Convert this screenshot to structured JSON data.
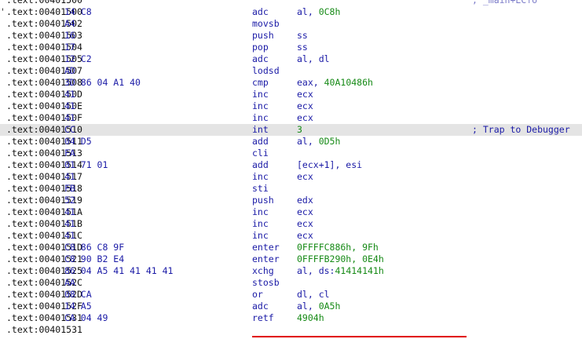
{
  "theme": {
    "address": "#101010",
    "code": "#1a1aa6",
    "number": "#168a16",
    "highlight": "#e4e4e4",
    "marker": "#e00000"
  },
  "lines": [
    {
      "gutter": "",
      "addr": ".text:00401500",
      "bytes": "",
      "mnem": "",
      "ops": "",
      "num": "",
      "cmt": "; _main+EC↑o",
      "hl": false
    },
    {
      "gutter": "'",
      "addr": ".text:00401500",
      "bytes": "14 C8",
      "mnem": "adc",
      "ops": "al, ",
      "num": "0C8h",
      "cmt": "",
      "hl": false
    },
    {
      "gutter": "",
      "addr": ".text:00401502",
      "bytes": "A4",
      "mnem": "movsb",
      "ops": "",
      "num": "",
      "cmt": "",
      "hl": false
    },
    {
      "gutter": "",
      "addr": ".text:00401503",
      "bytes": "16",
      "mnem": "push",
      "ops": "ss",
      "num": "",
      "cmt": "",
      "hl": false
    },
    {
      "gutter": "",
      "addr": ".text:00401504",
      "bytes": "17",
      "mnem": "pop",
      "ops": "ss",
      "num": "",
      "cmt": "",
      "hl": false
    },
    {
      "gutter": "",
      "addr": ".text:00401505",
      "bytes": "12 C2",
      "mnem": "adc",
      "ops": "al, dl",
      "num": "",
      "cmt": "",
      "hl": false
    },
    {
      "gutter": "",
      "addr": ".text:00401507",
      "bytes": "AD",
      "mnem": "lodsd",
      "ops": "",
      "num": "",
      "cmt": "",
      "hl": false
    },
    {
      "gutter": "",
      "addr": ".text:00401508",
      "bytes": "3D 86 04 A1 40",
      "mnem": "cmp",
      "ops": "eax, ",
      "num": "40A10486h",
      "cmt": "",
      "hl": false
    },
    {
      "gutter": "",
      "addr": ".text:0040150D",
      "bytes": "41",
      "mnem": "inc",
      "ops": "ecx",
      "num": "",
      "cmt": "",
      "hl": false
    },
    {
      "gutter": "",
      "addr": ".text:0040150E",
      "bytes": "41",
      "mnem": "inc",
      "ops": "ecx",
      "num": "",
      "cmt": "",
      "hl": false
    },
    {
      "gutter": "",
      "addr": ".text:0040150F",
      "bytes": "41",
      "mnem": "inc",
      "ops": "ecx",
      "num": "",
      "cmt": "",
      "hl": false
    },
    {
      "gutter": "",
      "addr": ".text:00401510",
      "bytes": "CC",
      "mnem": "int",
      "ops": "",
      "num": "3",
      "cmt": "; Trap to Debugger",
      "hl": true
    },
    {
      "gutter": "",
      "addr": ".text:00401511",
      "bytes": "04 D5",
      "mnem": "add",
      "ops": "al, ",
      "num": "0D5h",
      "cmt": "",
      "hl": false
    },
    {
      "gutter": "",
      "addr": ".text:00401513",
      "bytes": "FA",
      "mnem": "cli",
      "ops": "",
      "num": "",
      "cmt": "",
      "hl": false
    },
    {
      "gutter": "",
      "addr": ".text:00401514",
      "bytes": "01 71 01",
      "mnem": "add",
      "ops": "[ecx+1], esi",
      "num": "",
      "cmt": "",
      "hl": false
    },
    {
      "gutter": "",
      "addr": ".text:00401517",
      "bytes": "41",
      "mnem": "inc",
      "ops": "ecx",
      "num": "",
      "cmt": "",
      "hl": false
    },
    {
      "gutter": "",
      "addr": ".text:00401518",
      "bytes": "FB",
      "mnem": "sti",
      "ops": "",
      "num": "",
      "cmt": "",
      "hl": false
    },
    {
      "gutter": "",
      "addr": ".text:00401519",
      "bytes": "52",
      "mnem": "push",
      "ops": "edx",
      "num": "",
      "cmt": "",
      "hl": false
    },
    {
      "gutter": "",
      "addr": ".text:0040151A",
      "bytes": "41",
      "mnem": "inc",
      "ops": "ecx",
      "num": "",
      "cmt": "",
      "hl": false
    },
    {
      "gutter": "",
      "addr": ".text:0040151B",
      "bytes": "41",
      "mnem": "inc",
      "ops": "ecx",
      "num": "",
      "cmt": "",
      "hl": false
    },
    {
      "gutter": "",
      "addr": ".text:0040151C",
      "bytes": "41",
      "mnem": "inc",
      "ops": "ecx",
      "num": "",
      "cmt": "",
      "hl": false
    },
    {
      "gutter": "",
      "addr": ".text:0040151D",
      "bytes": "C8 86 C8 9F",
      "mnem": "enter",
      "ops": "",
      "num": "0FFFFC886h, 9Fh",
      "cmt": "",
      "hl": false
    },
    {
      "gutter": "",
      "addr": ".text:00401521",
      "bytes": "C8 90 B2 E4",
      "mnem": "enter",
      "ops": "",
      "num": "0FFFFB290h, 0E4h",
      "cmt": "",
      "hl": false
    },
    {
      "gutter": "",
      "addr": ".text:00401525",
      "bytes": "86 04 A5 41 41 41 41",
      "mnem": "xchg",
      "ops": "al, ds:",
      "num": "41414141h",
      "cmt": "",
      "hl": false
    },
    {
      "gutter": "",
      "addr": ".text:0040152C",
      "bytes": "AA",
      "mnem": "stosb",
      "ops": "",
      "num": "",
      "cmt": "",
      "hl": false
    },
    {
      "gutter": "",
      "addr": ".text:0040152D",
      "bytes": "08 CA",
      "mnem": "or",
      "ops": "dl, cl",
      "num": "",
      "cmt": "",
      "hl": false
    },
    {
      "gutter": "",
      "addr": ".text:0040152F",
      "bytes": "14 A5",
      "mnem": "adc",
      "ops": "al, ",
      "num": "0A5h",
      "cmt": "",
      "hl": false
    },
    {
      "gutter": "",
      "addr": ".text:00401531",
      "bytes": "CA 04 49",
      "mnem": "retf",
      "ops": "",
      "num": "4904h",
      "cmt": "",
      "hl": false
    },
    {
      "gutter": "",
      "addr": ".text:00401531",
      "bytes": "",
      "mnem": "",
      "ops": "",
      "num": "",
      "cmt": "",
      "hl": false
    }
  ]
}
